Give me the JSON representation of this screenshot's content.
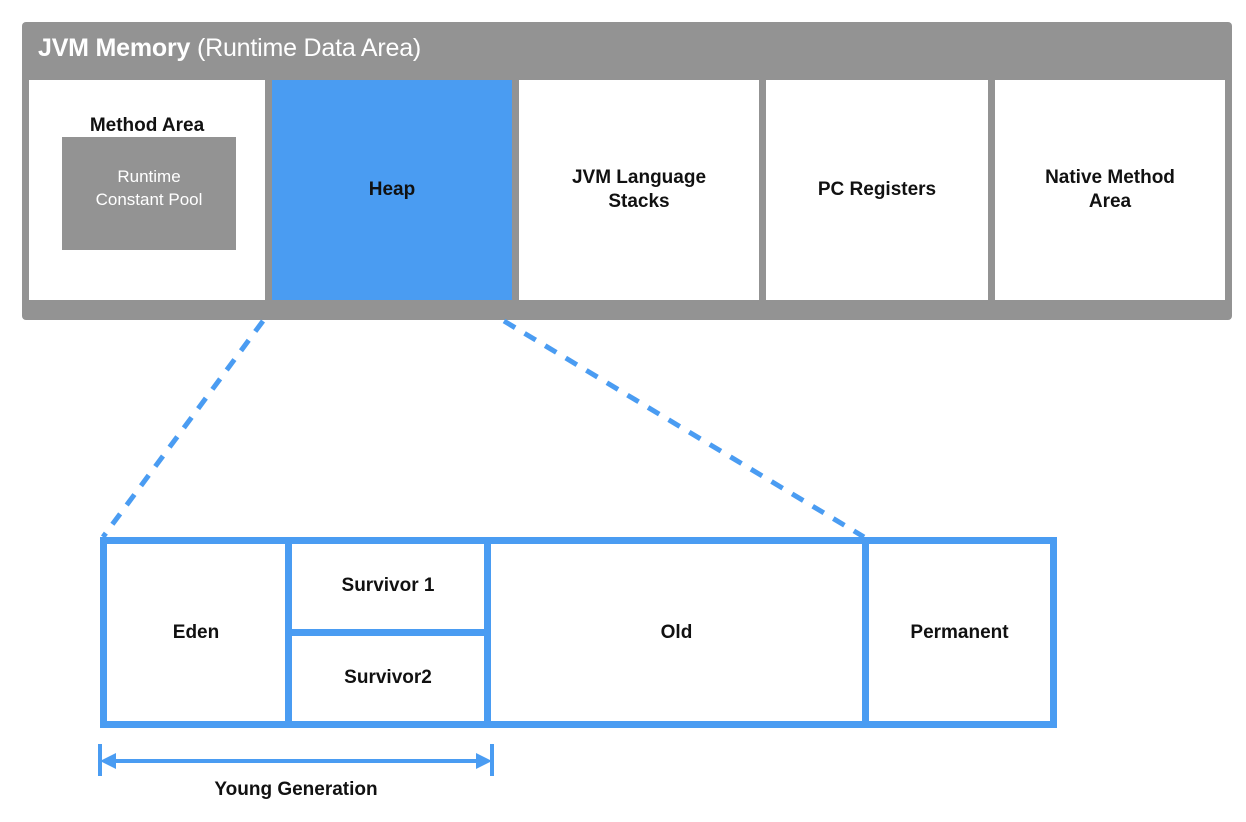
{
  "diagram": {
    "title_bold": "JVM Memory",
    "title_regular": " (Runtime Data Area)",
    "colors": {
      "gray": "#939393",
      "blue": "#4a9cf2",
      "white": "#ffffff",
      "text": "#111111"
    }
  },
  "runtime_data_area": {
    "regions": [
      {
        "name": "method-area",
        "label": "Method Area",
        "highlighted": false,
        "nested": {
          "name": "runtime-constant-pool",
          "label": "Runtime\nConstant Pool"
        }
      },
      {
        "name": "heap",
        "label": "Heap",
        "highlighted": true
      },
      {
        "name": "jvm-language-stacks",
        "label": "JVM Language\nStacks",
        "highlighted": false
      },
      {
        "name": "pc-registers",
        "label": "PC Registers",
        "highlighted": false
      },
      {
        "name": "native-method-area",
        "label": "Native Method\nArea",
        "highlighted": false
      }
    ]
  },
  "labels": {
    "method_area": "Method Area",
    "runtime_constant_pool_line1": "Runtime",
    "runtime_constant_pool_line2": "Constant Pool",
    "heap": "Heap",
    "jvm_language_stacks_line1": "JVM Language",
    "jvm_language_stacks_line2": "Stacks",
    "pc_registers": "PC Registers",
    "native_method_area_line1": "Native Method",
    "native_method_area_line2": "Area"
  },
  "heap_detail": {
    "generations": [
      {
        "name": "eden",
        "label": "Eden"
      },
      {
        "name": "survivor-1",
        "label": "Survivor 1"
      },
      {
        "name": "survivor-2",
        "label": "Survivor2"
      },
      {
        "name": "old",
        "label": "Old"
      },
      {
        "name": "permanent",
        "label": "Permanent"
      }
    ],
    "eden": "Eden",
    "survivor_1": "Survivor 1",
    "survivor_2": "Survivor2",
    "old": "Old",
    "permanent": "Permanent"
  },
  "annotation": {
    "young_generation": "Young Generation",
    "spans": [
      "Eden",
      "Survivor 1",
      "Survivor2"
    ]
  }
}
